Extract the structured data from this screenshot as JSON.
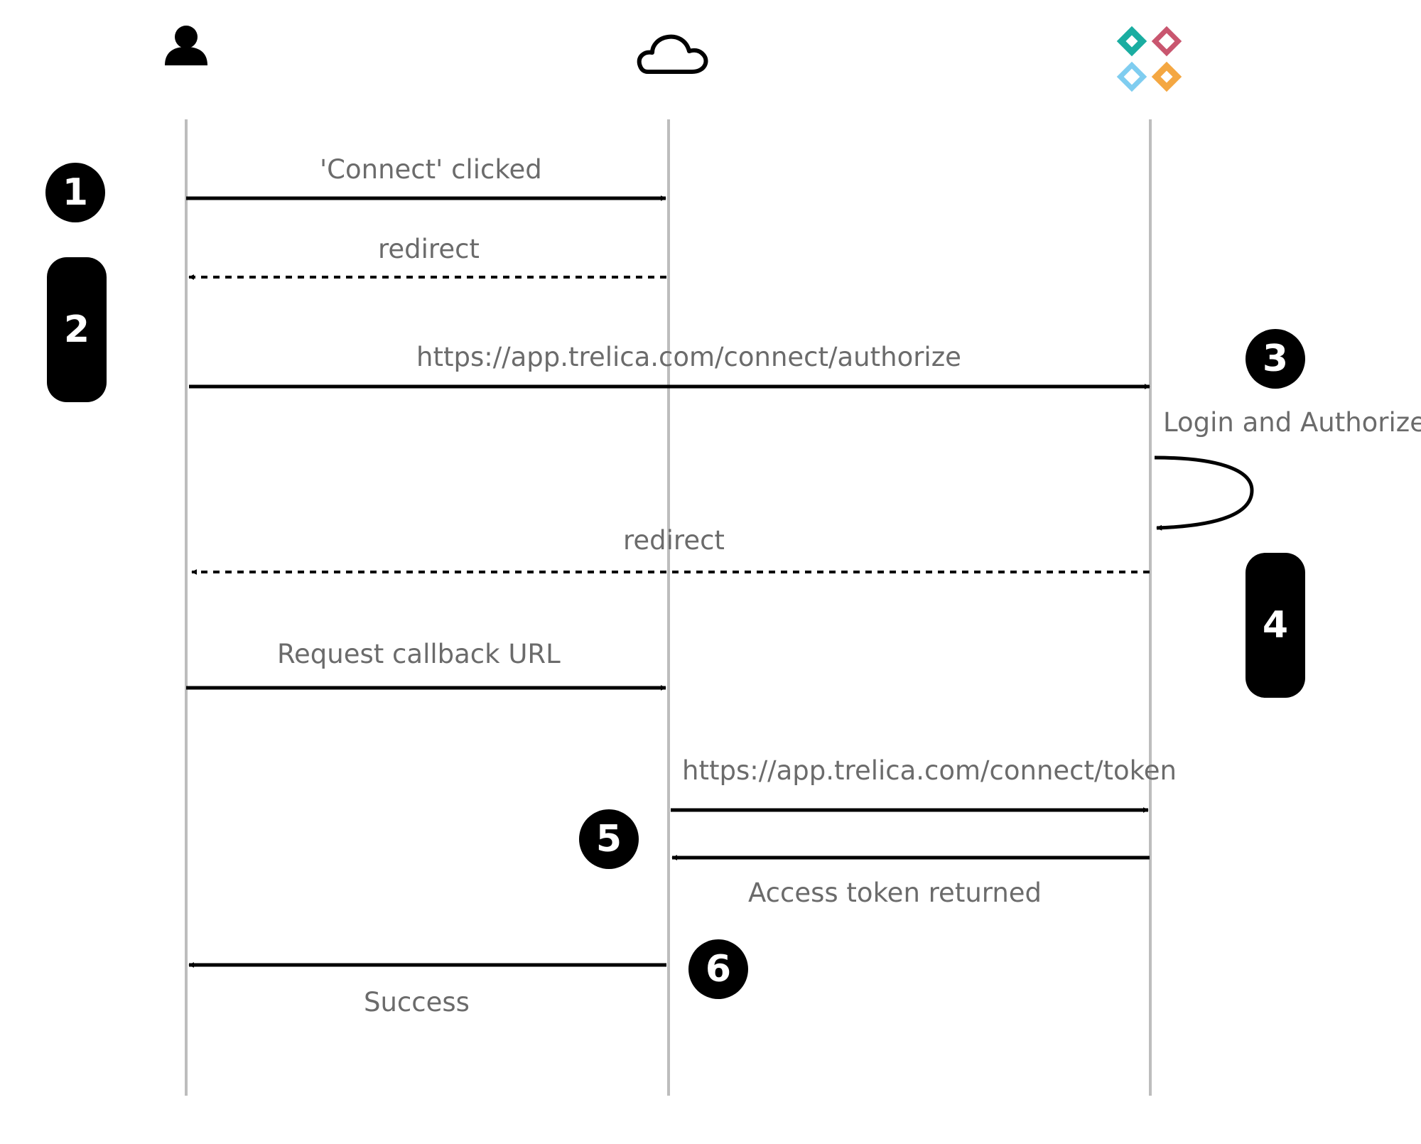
{
  "actors": {
    "user": {
      "icon": "person-icon"
    },
    "server": {
      "icon": "cloud-icon"
    },
    "provider": {
      "icon": "trelica-logo-icon",
      "colors": [
        "#1aada1",
        "#c9566f",
        "#7fcdf0",
        "#f4a742"
      ]
    }
  },
  "messages": {
    "m1": "'Connect' clicked",
    "m2": "redirect",
    "m3": "https://app.trelica.com/connect/authorize",
    "m3_self": "Login and Authorize",
    "m4": "redirect",
    "m5": "Request callback URL",
    "m6": "https://app.trelica.com/connect/token",
    "m7": "Access token returned",
    "m8": "Success"
  },
  "steps": [
    "1",
    "2",
    "3",
    "4",
    "5",
    "6"
  ]
}
